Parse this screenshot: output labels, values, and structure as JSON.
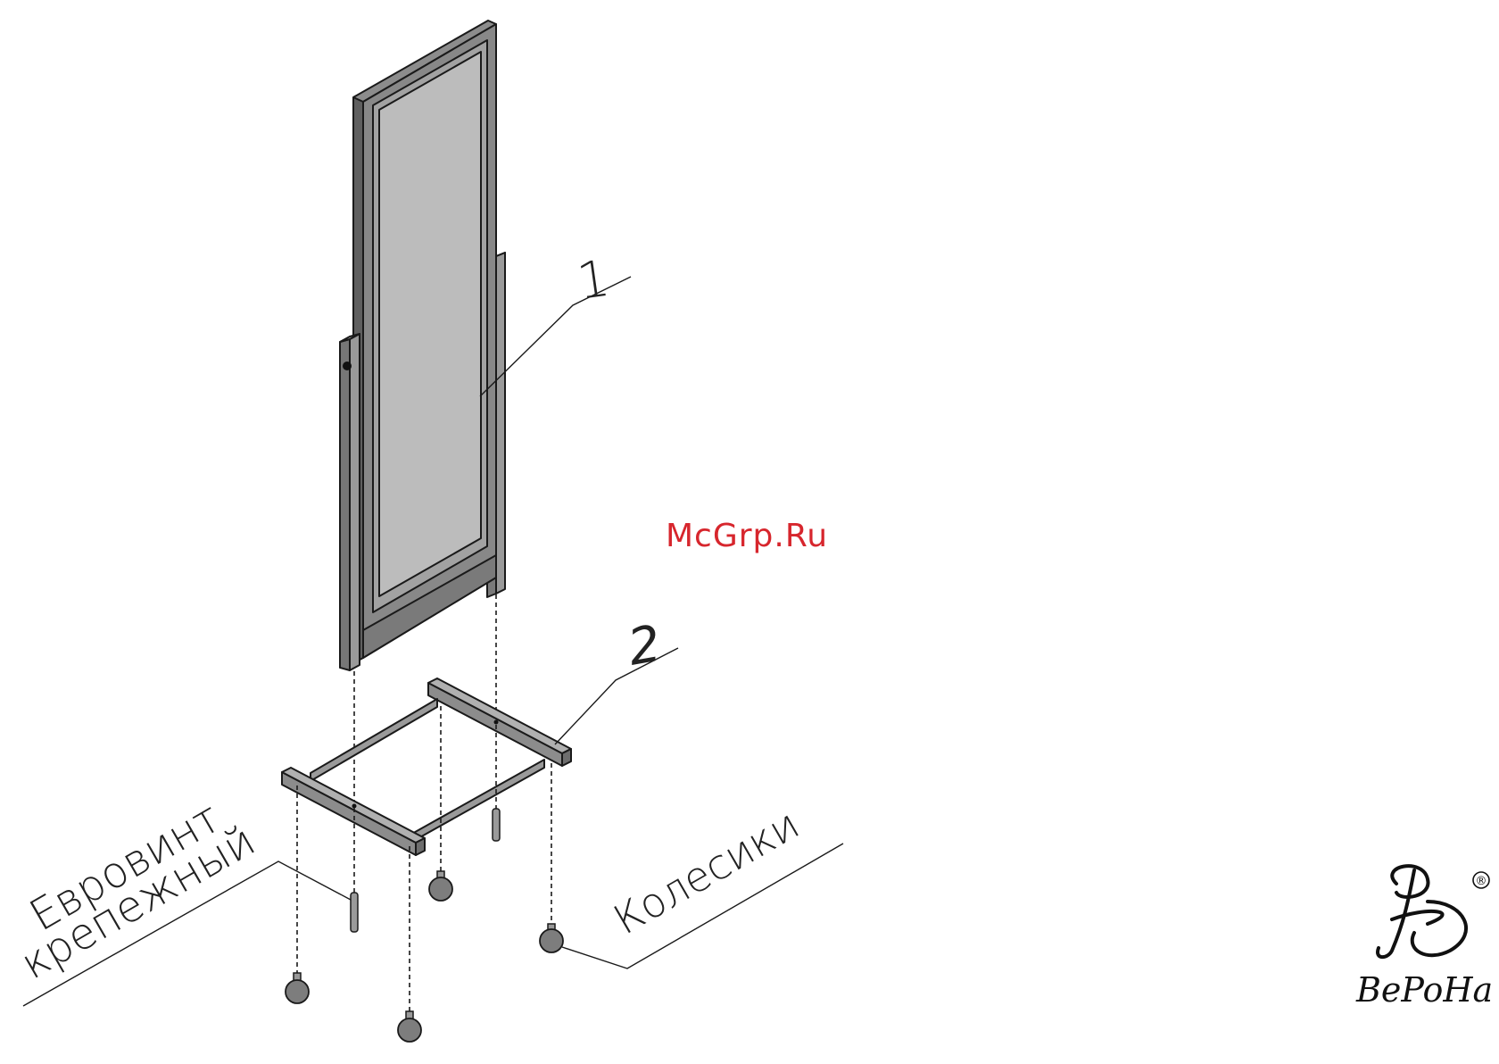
{
  "callouts": {
    "part1": "1",
    "part2": "2"
  },
  "labels": {
    "eurovint_line1": "Евровинт",
    "eurovint_line2": "крепежный",
    "wheels": "Колесики"
  },
  "watermark": "McGrp.Ru",
  "brand": {
    "wordmark": "BePoHa",
    "registered": "®"
  },
  "colors": {
    "frame_dark": "#6f6f6f",
    "frame_mid": "#8f8f8f",
    "frame_light": "#a6a6a6",
    "mirror": "#b9b9b9",
    "outline": "#1a1a1a",
    "watermark": "#d7262d"
  }
}
